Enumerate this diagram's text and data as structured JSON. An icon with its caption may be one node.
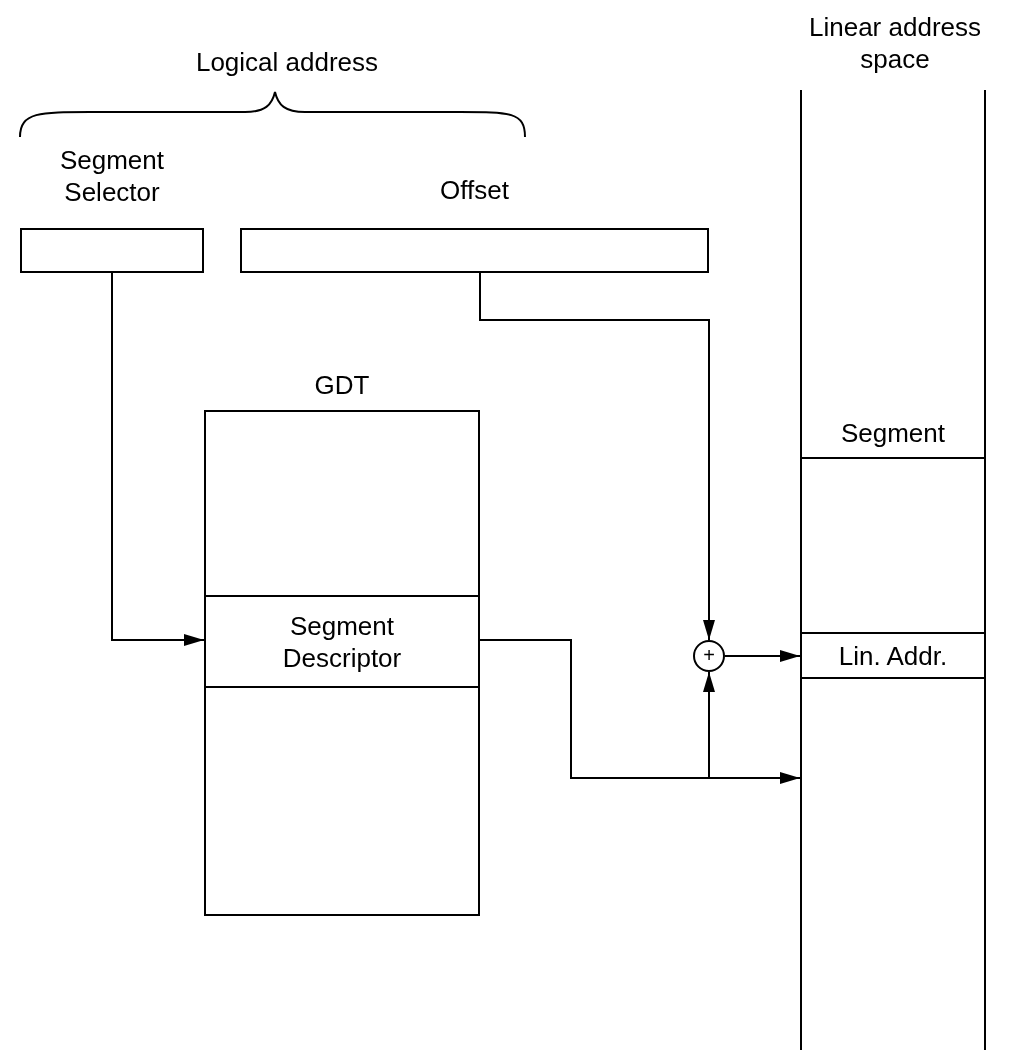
{
  "diagram": {
    "nodes": [
      {
        "text": [
          "Segment Selector"
        ]
      },
      {
        "text": [
          "Offset"
        ]
      },
      {
        "text": [
          "GDT"
        ]
      },
      {
        "text": [
          "Segment Descriptor"
        ],
        "in": 2
      },
      {
        "text": [
          "Linear address space"
        ]
      },
      {
        "text": [
          "Segment"
        ],
        "in": 4
      },
      {
        "text": [
          "+"
        ]
      },
      {
        "text": [
          "Lin. Addr."
        ],
        "in": 4
      }
    ],
    "edges": [
      {
        "from": 0,
        "to": 3,
        "arrow": "to"
      },
      {
        "from": 1,
        "to": 6,
        "arrow": "to"
      },
      {
        "from": 3,
        "to": 6,
        "arrow": "to"
      },
      {
        "from": 3,
        "to": 4,
        "arrow": "to"
      },
      {
        "from": 6,
        "to": 7,
        "arrow": "to"
      }
    ],
    "labels": [
      "Logical address"
    ]
  }
}
